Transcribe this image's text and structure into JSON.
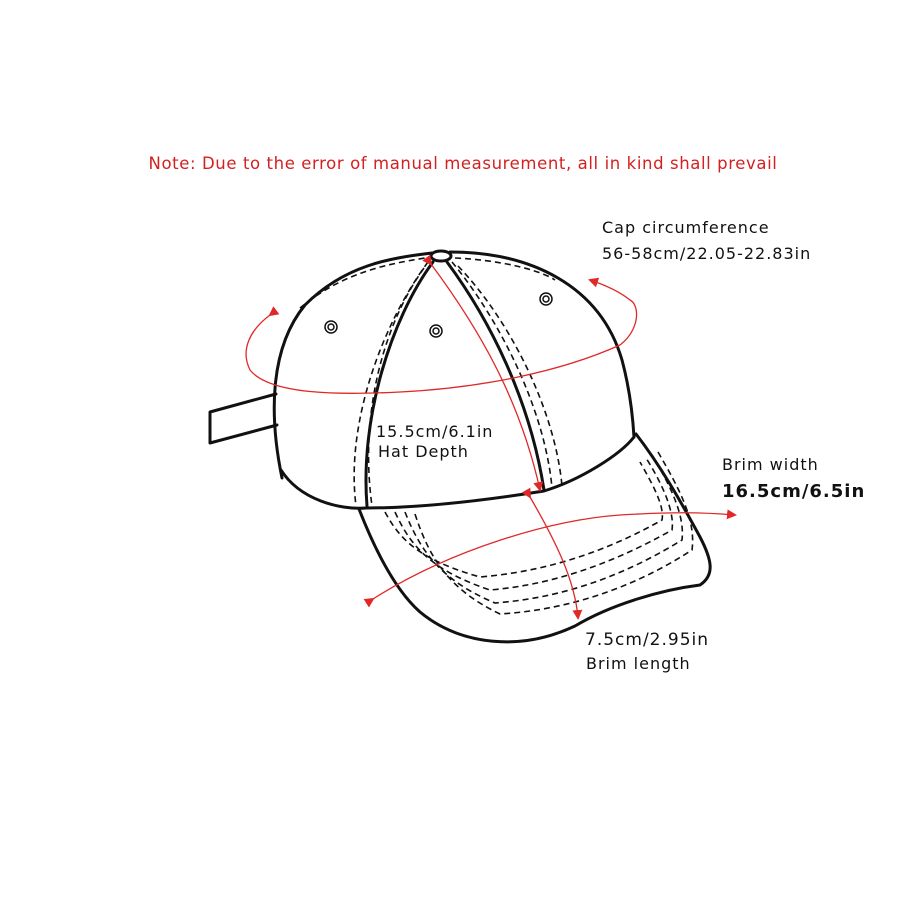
{
  "note": "Note: Due to the error of manual measurement, all in kind shall prevail",
  "measurements": {
    "cap_circumference": {
      "label": "Cap circumference",
      "value": "56-58cm/22.05-22.83in"
    },
    "hat_depth": {
      "label": "Hat Depth",
      "value": "15.5cm/6.1in"
    },
    "brim_width": {
      "label": "Brim width",
      "value": "16.5cm/6.5in"
    },
    "brim_length": {
      "label": "Brim length",
      "value": "7.5cm/2.95in"
    }
  },
  "colors": {
    "arrow": "#e02828",
    "note": "#d42020",
    "outline": "#111111"
  }
}
